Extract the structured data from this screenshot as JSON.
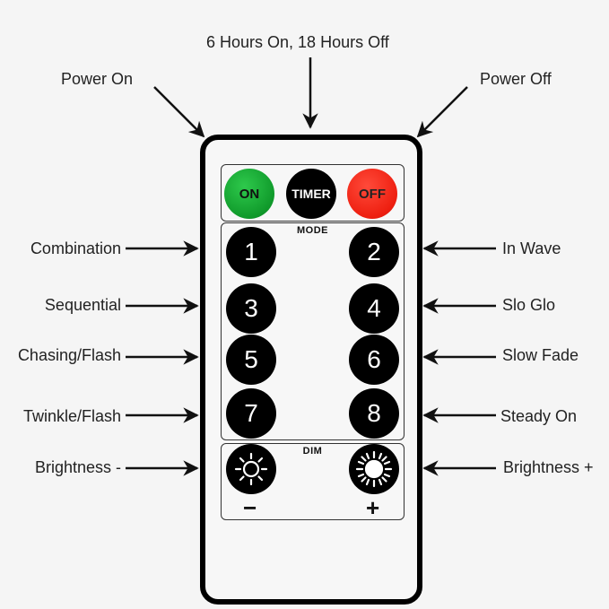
{
  "labels": {
    "timer": "6 Hours On, 18 Hours Off",
    "power_on": "Power On",
    "power_off": "Power Off",
    "combination": "Combination",
    "in_wave": "In Wave",
    "sequential": "Sequential",
    "slo_glo": "Slo Glo",
    "chasing_flash": "Chasing/Flash",
    "slow_fade": "Slow Fade",
    "twinkle_flash": "Twinkle/Flash",
    "steady_on": "Steady On",
    "brightness_down": "Brightness -",
    "brightness_up": "Brightness +"
  },
  "remote": {
    "on": "ON",
    "timer": "TIMER",
    "off": "OFF",
    "mode_title": "MODE",
    "dim_title": "DIM",
    "minus": "−",
    "plus": "+",
    "modes": [
      "1",
      "2",
      "3",
      "4",
      "5",
      "6",
      "7",
      "8"
    ]
  },
  "colors": {
    "on_button": "#109a2b",
    "off_button": "#ee1f10",
    "black_button": "#000000"
  }
}
